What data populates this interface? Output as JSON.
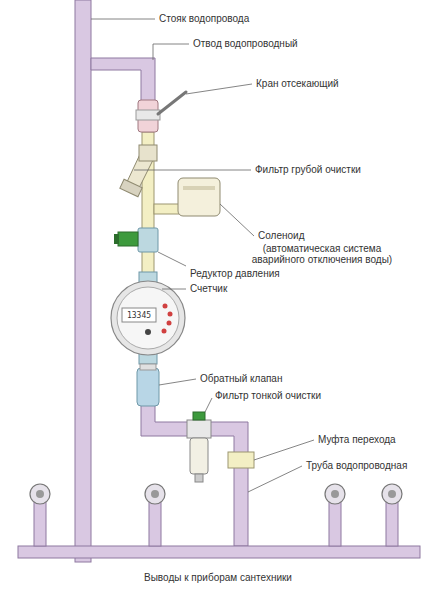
{
  "diagram": {
    "labels": [
      "Стояк водопровода",
      "Отвод водопроводный",
      "Кран отсекающий",
      "Фильтр грубой очистки",
      "Соленоид",
      "(автоматическая система аварийного отключения воды)",
      "Редуктор давления",
      "Счетчик",
      "Обратный клапан",
      "Фильтр тонкой очистки",
      "Муфта перехода",
      "Труба водопроводная",
      "Выводы к приборам сантехники",
      "13345"
    ]
  }
}
